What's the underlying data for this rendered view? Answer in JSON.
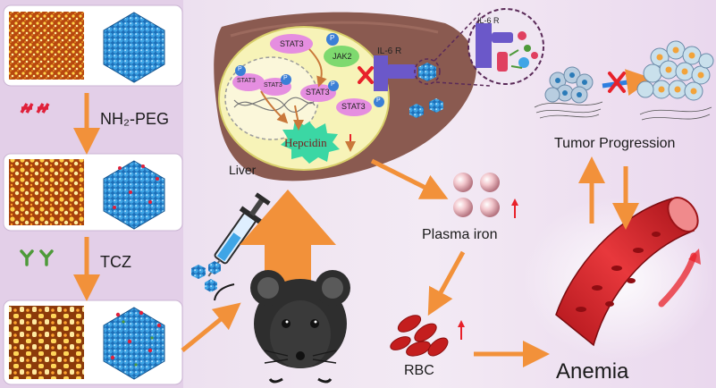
{
  "steps": {
    "step1": "NH₂-PEG",
    "step2": "TCZ"
  },
  "liver": {
    "label": "Liver",
    "stat3": "STAT3",
    "jak2": "JAK2",
    "p": "P",
    "il6r": "IL-6 R",
    "hepcidin": "Hepcidin"
  },
  "zoom": {
    "il6r": "IL-6 R"
  },
  "outputs": {
    "plasma_iron": "Plasma iron",
    "rbc": "RBC",
    "tumor": "Tumor Progression",
    "anemia": "Anemia"
  },
  "colors": {
    "arrow": "#f2913a",
    "liver": "#8a5a50",
    "cell": "#f7f3b8",
    "stat3": "#e58ee0",
    "jak2": "#7ed96f",
    "vessel": "#d9262b",
    "inhibit": "#e8212a"
  }
}
